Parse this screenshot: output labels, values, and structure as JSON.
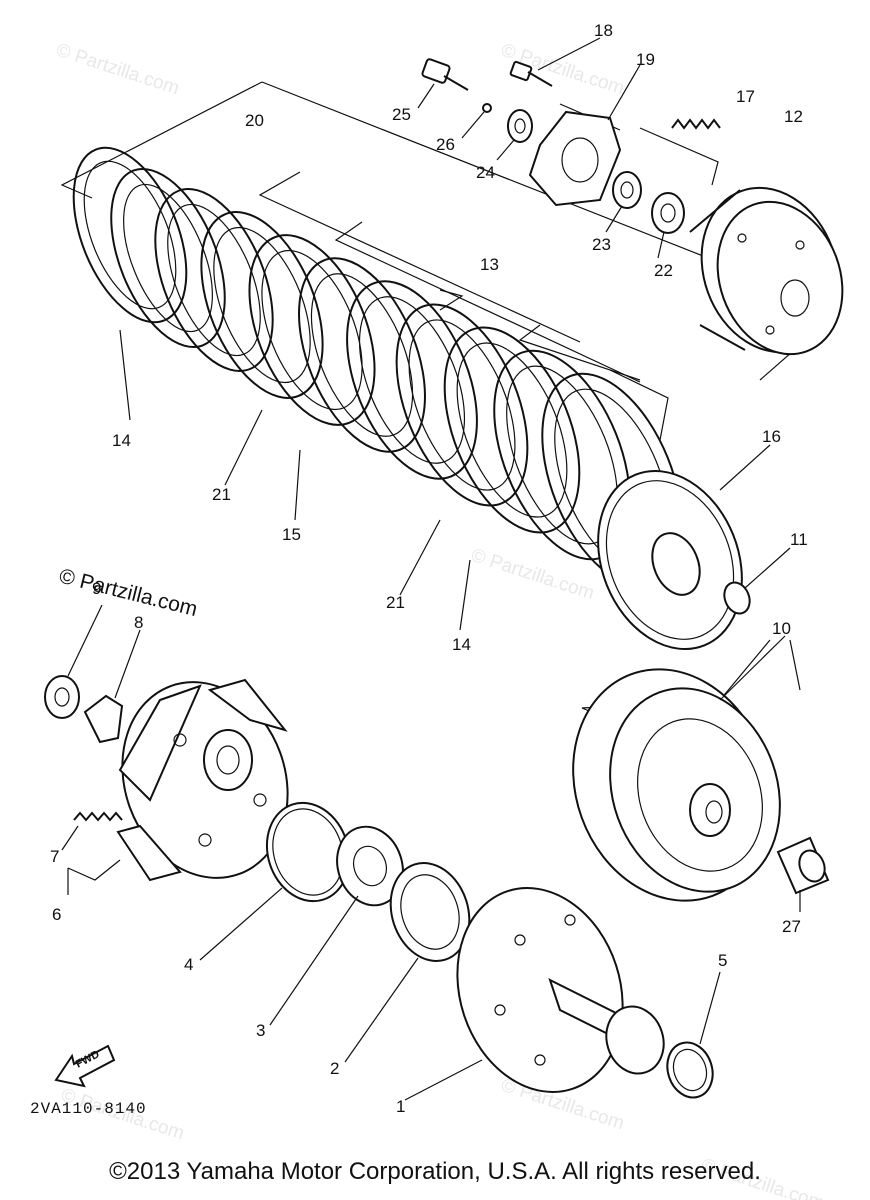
{
  "watermarks": [
    "© Partzilla.com",
    "© Partzilla.com",
    "© Partzilla.com",
    "© Partzilla.com",
    "© Partzilla.com",
    "© Partzilla.com"
  ],
  "watermark_dark": "© Partzilla.com",
  "part_numbers": [
    "18",
    "19",
    "25",
    "26",
    "24",
    "17",
    "12",
    "20",
    "23",
    "22",
    "13",
    "14",
    "21",
    "15",
    "16",
    "21",
    "14",
    "11",
    "8",
    "10",
    "7",
    "6",
    "27",
    "4",
    "5",
    "3",
    "2",
    "1",
    "9"
  ],
  "fwd_label": "FWD",
  "diagram_code": "2VA110-8140",
  "copyright": "©2013 Yamaha Motor Corporation, U.S.A. All rights reserved."
}
